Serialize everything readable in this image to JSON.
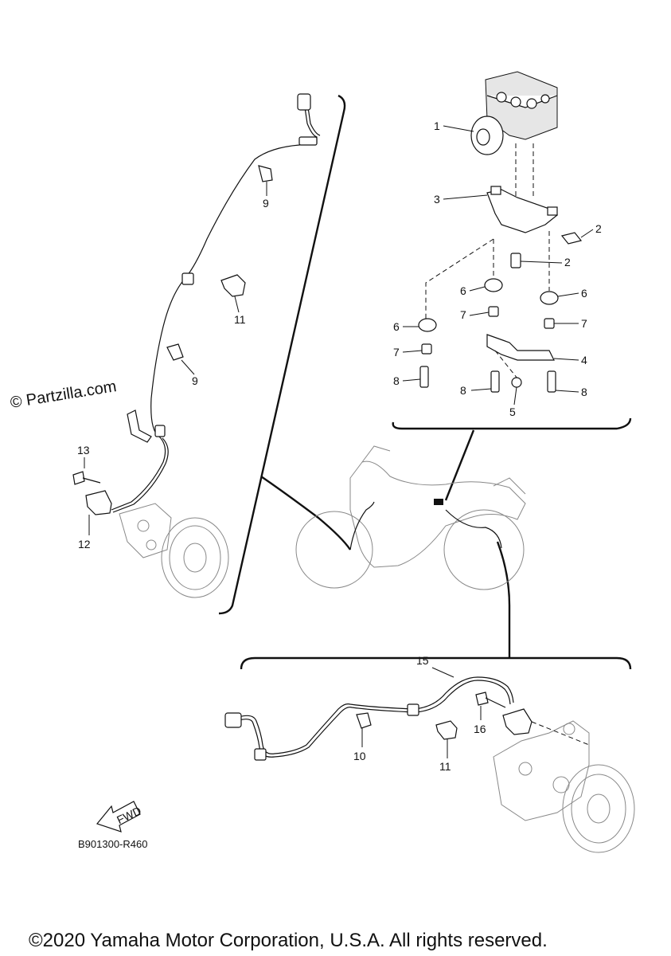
{
  "watermark": "© Partzilla.com",
  "diagram_code": "B901300-R460",
  "fwd_arrow_label": "FWD",
  "copyright": "©2020 Yamaha Motor Corporation, U.S.A. All rights reserved.",
  "callouts": {
    "c1": "1",
    "c2a": "2",
    "c2b": "2",
    "c3": "3",
    "c4": "4",
    "c5": "5",
    "c6a": "6",
    "c6b": "6",
    "c6c": "6",
    "c7a": "7",
    "c7b": "7",
    "c7c": "7",
    "c8a": "8",
    "c8b": "8",
    "c8c": "8",
    "c9a": "9",
    "c9b": "9",
    "c10": "10",
    "c11a": "11",
    "c11b": "11",
    "c12": "12",
    "c13": "13",
    "c15": "15",
    "c16": "16"
  }
}
